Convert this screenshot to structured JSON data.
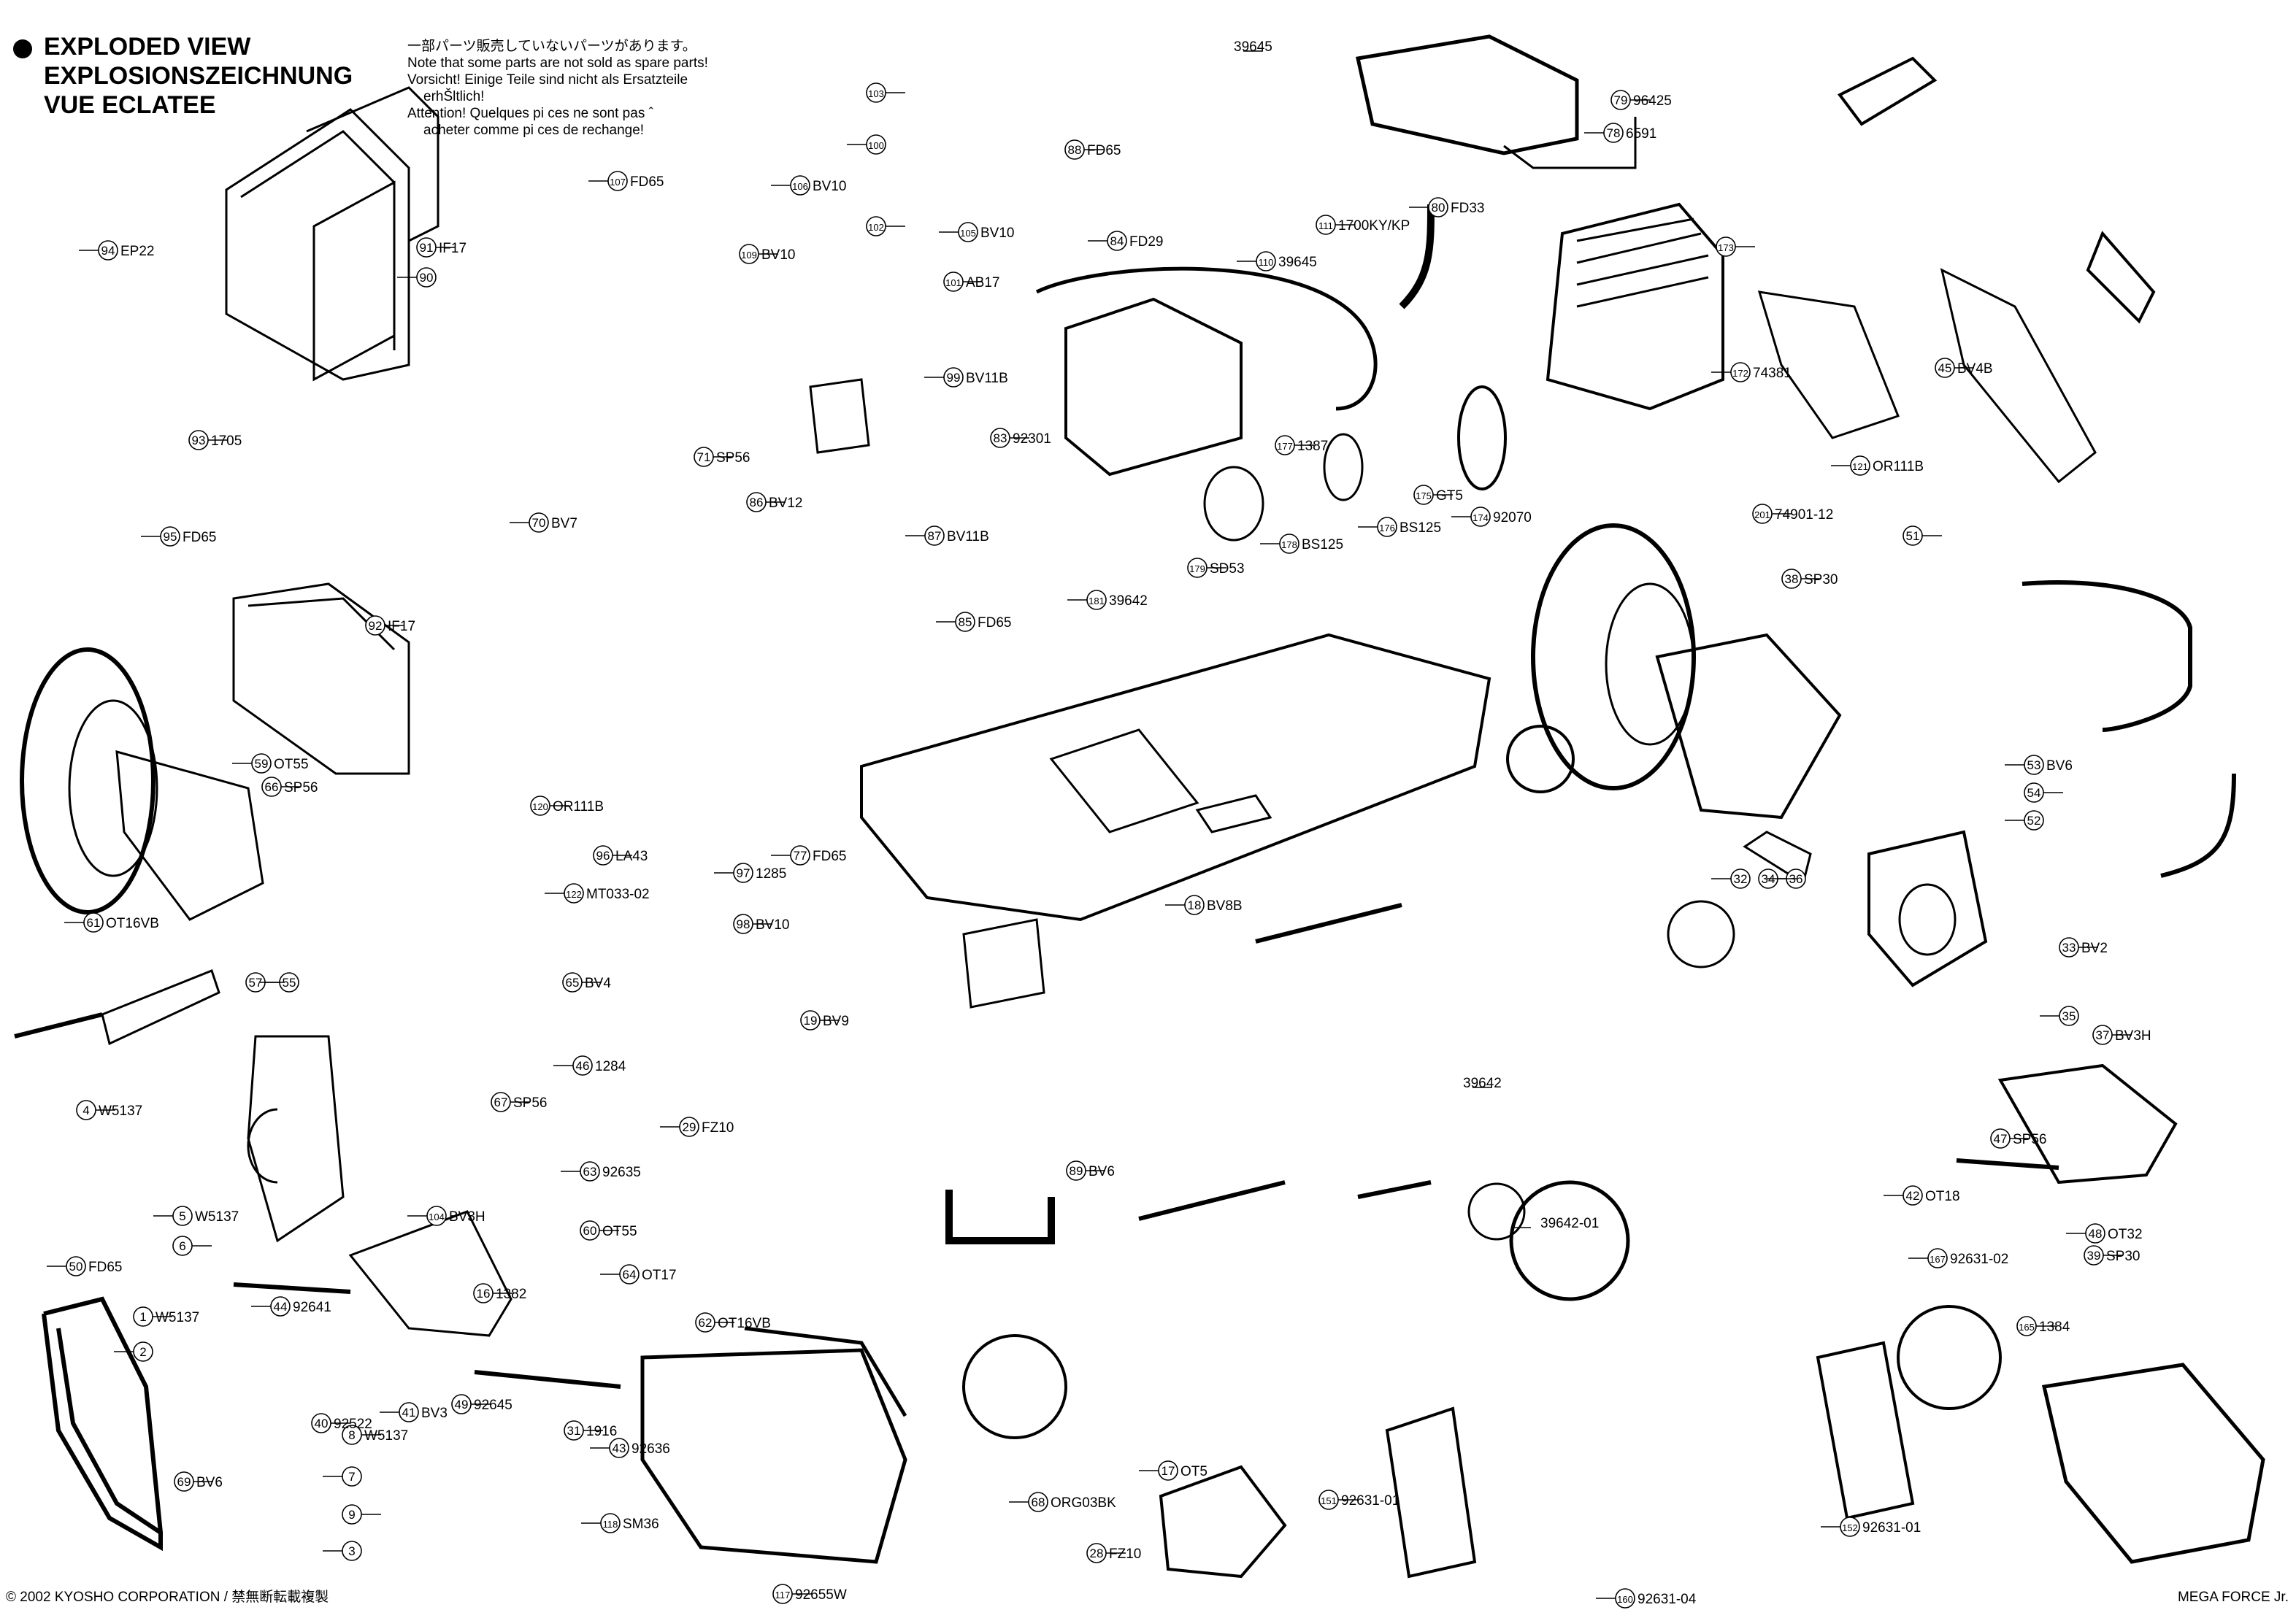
{
  "header": {
    "title_lines": [
      "EXPLODED VIEW",
      "EXPLOSIONSZEICHNUNG",
      "VUE ECLATEE"
    ],
    "notes": [
      "一部パーツ販売していないパーツがあります。",
      "Note that some parts are not sold as spare parts!",
      "Vorsicht!  Einige Teile sind nicht als Ersatzteile",
      "erhŠltlich!",
      "Attention!  Quelques pi ces ne sont pas ˆ",
      "acheter comme pi ces de rechange!"
    ]
  },
  "footer": {
    "copyright": "© 2002 KYOSHO CORPORATION / 禁無断転載複製",
    "model": "MEGA FORCE Jr."
  },
  "parts": [
    {
      "n": "94",
      "code": "EP22"
    },
    {
      "n": "91",
      "code": "IF17"
    },
    {
      "n": "90",
      "code": ""
    },
    {
      "n": "93",
      "code": "1705"
    },
    {
      "n": "95",
      "code": "FD65"
    },
    {
      "n": "92",
      "code": "IF17"
    },
    {
      "n": "59",
      "code": "OT55"
    },
    {
      "n": "66",
      "code": "SP56"
    },
    {
      "n": "61",
      "code": "OT16VB"
    },
    {
      "n": "57",
      "code": ""
    },
    {
      "n": "55",
      "code": ""
    },
    {
      "n": "4",
      "code": "W5137"
    },
    {
      "n": "5",
      "code": "W5137"
    },
    {
      "n": "6",
      "code": ""
    },
    {
      "n": "50",
      "code": "FD65"
    },
    {
      "n": "1",
      "code": "W5137"
    },
    {
      "n": "2",
      "code": ""
    },
    {
      "n": "8",
      "code": "W5137"
    },
    {
      "n": "7",
      "code": ""
    },
    {
      "n": "9",
      "code": ""
    },
    {
      "n": "3",
      "code": ""
    },
    {
      "n": "69",
      "code": "BV6"
    },
    {
      "n": "118",
      "code": "SM36"
    },
    {
      "n": "117",
      "code": "92655W"
    },
    {
      "n": "107",
      "code": "FD65"
    },
    {
      "n": "109",
      "code": "BV10"
    },
    {
      "n": "106",
      "code": "BV10"
    },
    {
      "n": "103",
      "code": ""
    },
    {
      "n": "100",
      "code": ""
    },
    {
      "n": "102",
      "code": ""
    },
    {
      "n": "105",
      "code": "BV10"
    },
    {
      "n": "101",
      "code": "AB17"
    },
    {
      "n": "99",
      "code": "BV11B"
    },
    {
      "n": "88",
      "code": "FD65"
    },
    {
      "n": "84",
      "code": "FD29"
    },
    {
      "n": "83",
      "code": "92301"
    },
    {
      "n": "85",
      "code": "FD65"
    },
    {
      "n": "86",
      "code": "BV12"
    },
    {
      "n": "87",
      "code": "BV11B"
    },
    {
      "n": "71",
      "code": "SP56"
    },
    {
      "n": "70",
      "code": "BV7"
    },
    {
      "n": "96",
      "code": "LA43"
    },
    {
      "n": "97",
      "code": "1285"
    },
    {
      "n": "98",
      "code": "BV10"
    },
    {
      "n": "77",
      "code": "FD65"
    },
    {
      "n": "120",
      "code": "OR111B"
    },
    {
      "n": "122",
      "code": "MT033-02"
    },
    {
      "n": "65",
      "code": "BV4"
    },
    {
      "n": "46",
      "code": "1284"
    },
    {
      "n": "67",
      "code": "SP56"
    },
    {
      "n": "63",
      "code": "92635"
    },
    {
      "n": "60",
      "code": "OT55"
    },
    {
      "n": "64",
      "code": "OT17"
    },
    {
      "n": "62",
      "code": "OT16VB"
    },
    {
      "n": "104",
      "code": "BV3H"
    },
    {
      "n": "16",
      "code": "1382"
    },
    {
      "n": "44",
      "code": "92641"
    },
    {
      "n": "40",
      "code": "92522"
    },
    {
      "n": "41",
      "code": "BV3"
    },
    {
      "n": "49",
      "code": "92645"
    },
    {
      "n": "43",
      "code": "92636"
    },
    {
      "n": "31",
      "code": "1916"
    },
    {
      "n": "29",
      "code": "FZ10"
    },
    {
      "n": "19",
      "code": "BV9"
    },
    {
      "n": "18",
      "code": "BV8B"
    },
    {
      "n": "89",
      "code": "BV6"
    },
    {
      "n": "68",
      "code": "ORG03BK"
    },
    {
      "n": "28",
      "code": "FZ10"
    },
    {
      "n": "17",
      "code": "OT5"
    },
    {
      "n": "39645",
      "code": ""
    },
    {
      "n": "80",
      "code": "FD33"
    },
    {
      "n": "79",
      "code": "96425"
    },
    {
      "n": "78",
      "code": "6591"
    },
    {
      "n": "111",
      "code": "1700KY/KP"
    },
    {
      "n": "110",
      "code": "39645"
    },
    {
      "n": "173",
      "code": ""
    },
    {
      "n": "172",
      "code": "74381"
    },
    {
      "n": "201",
      "code": "74901-12"
    },
    {
      "n": "174",
      "code": "92070"
    },
    {
      "n": "175",
      "code": "GT5"
    },
    {
      "n": "176",
      "code": "BS125"
    },
    {
      "n": "177",
      "code": "1387"
    },
    {
      "n": "178",
      "code": "BS125"
    },
    {
      "n": "179",
      "code": "SD53"
    },
    {
      "n": "181",
      "code": "39642"
    },
    {
      "n": "38",
      "code": "SP30"
    },
    {
      "n": "32",
      "code": ""
    },
    {
      "n": "34",
      "code": ""
    },
    {
      "n": "36",
      "code": ""
    },
    {
      "n": "45",
      "code": "BV4B"
    },
    {
      "n": "121",
      "code": "OR111B"
    },
    {
      "n": "51",
      "code": ""
    },
    {
      "n": "53",
      "code": "BV6"
    },
    {
      "n": "54",
      "code": ""
    },
    {
      "n": "52",
      "code": ""
    },
    {
      "n": "33",
      "code": "BV2"
    },
    {
      "n": "35",
      "code": ""
    },
    {
      "n": "37",
      "code": "BV3H"
    },
    {
      "n": "42",
      "code": "OT18"
    },
    {
      "n": "47",
      "code": "SP56"
    },
    {
      "n": "48",
      "code": "OT32"
    },
    {
      "n": "39",
      "code": "SP30"
    },
    {
      "n": "167",
      "code": "92631-02"
    },
    {
      "n": "165",
      "code": "1384"
    },
    {
      "n": "152",
      "code": "92631-01"
    },
    {
      "n": "151",
      "code": "92631-01"
    },
    {
      "n": "160",
      "code": "92631-04"
    },
    {
      "n": "39642",
      "code": ""
    },
    {
      "n": "39642-01",
      "code": ""
    }
  ]
}
